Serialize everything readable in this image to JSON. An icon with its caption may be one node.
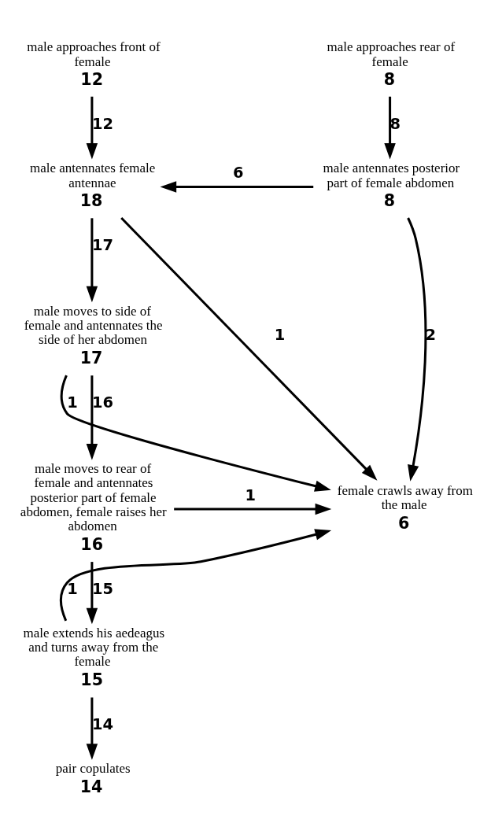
{
  "diagram": {
    "nodes": [
      {
        "text": [
          "male approaches front of female"
        ],
        "beside": [
          "12"
        ]
      },
      {
        "text": [
          "male approaches rear of female"
        ],
        "beside": [
          "8"
        ]
      },
      {
        "text": [
          "male antennates female antennae"
        ],
        "beside": [
          "18"
        ]
      },
      {
        "text": [
          "male antennates posterior part of female abdomen"
        ],
        "beside": [
          "8"
        ]
      },
      {
        "text": [
          "male moves to side of female and antennates the side of her abdomen"
        ],
        "beside": [
          "17"
        ]
      },
      {
        "text": [
          "female crawls away from the male"
        ],
        "beside": [
          "6"
        ]
      },
      {
        "text": [
          "male moves to rear of female and antennates posterior part of female abdomen, female raises her abdomen"
        ],
        "beside": [
          "16"
        ]
      },
      {
        "text": [
          "male extends his aedeagus and turns away from the female"
        ],
        "beside": [
          "15"
        ]
      },
      {
        "text": [
          "pair copulates"
        ],
        "beside": [
          "14"
        ]
      }
    ],
    "edges": [
      {
        "from": 0,
        "to": 2,
        "arrow": "to",
        "label": "12"
      },
      {
        "from": 1,
        "to": 3,
        "arrow": "to",
        "label": "8"
      },
      {
        "from": 3,
        "to": 2,
        "arrow": "to",
        "label": "6"
      },
      {
        "from": 2,
        "to": 5,
        "arrow": "to",
        "label": "1"
      },
      {
        "from": 3,
        "to": 5,
        "arrow": "to",
        "label": "2"
      },
      {
        "from": 2,
        "to": 4,
        "arrow": "to",
        "label": "17"
      },
      {
        "from": 4,
        "to": 5,
        "arrow": "to",
        "label": "1"
      },
      {
        "from": 4,
        "to": 6,
        "arrow": "to",
        "label": "16"
      },
      {
        "from": 6,
        "to": 5,
        "arrow": "to",
        "label": "1"
      },
      {
        "from": 6,
        "to": 7,
        "arrow": "to",
        "label": "15"
      },
      {
        "from": 7,
        "to": 5,
        "arrow": "to",
        "label": "1"
      },
      {
        "from": 7,
        "to": 8,
        "arrow": "to",
        "label": "14"
      }
    ]
  }
}
